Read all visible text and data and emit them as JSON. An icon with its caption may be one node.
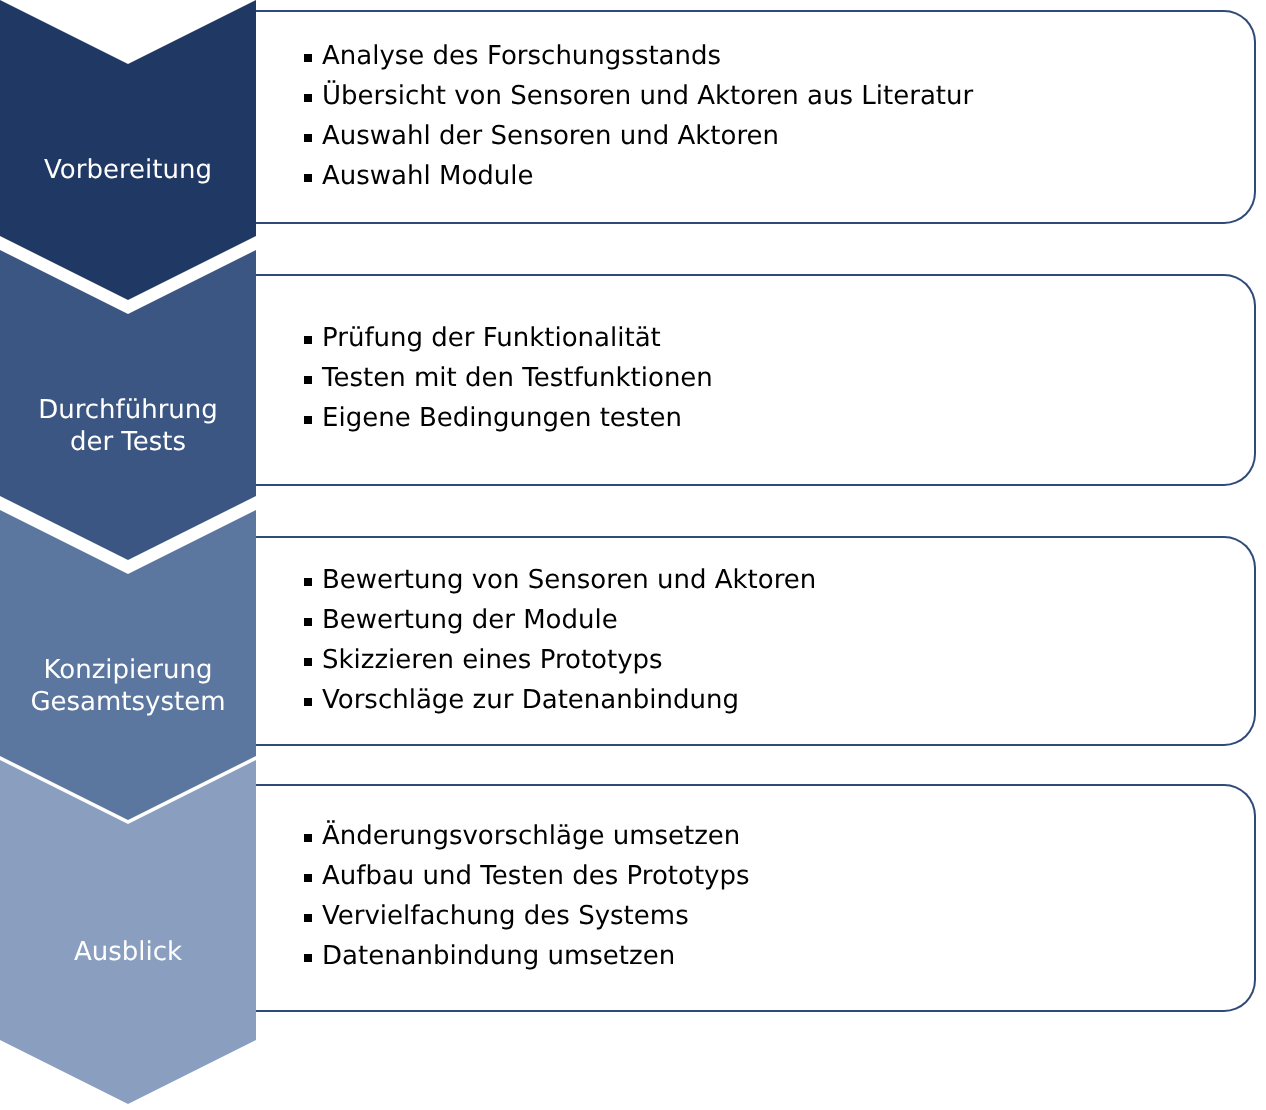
{
  "diagram": {
    "nodes": [
      {
        "text": [
          "Vorbereitung"
        ]
      },
      {
        "text": [
          "Analyse des Forschungsstands",
          "Übersicht von Sensoren und Aktoren aus Literatur",
          "Auswahl der Sensoren und Aktoren",
          "Auswahl Module"
        ]
      },
      {
        "text": [
          "Durchführung der Tests"
        ]
      },
      {
        "text": [
          "Prüfung der Funktionalität",
          "Testen mit den Testfunktionen",
          "Eigene Bedingungen testen"
        ]
      },
      {
        "text": [
          "Konzipierung Gesamtsystem"
        ]
      },
      {
        "text": [
          "Bewertung von Sensoren und Aktoren",
          "Bewertung der Module",
          "Skizzieren eines Prototyps",
          "Vorschläge zur Datenanbindung"
        ]
      },
      {
        "text": [
          "Ausblick"
        ]
      },
      {
        "text": [
          "Änderungsvorschläge umsetzen",
          "Aufbau und Testen des Prototyps",
          "Vervielfachung des Systems",
          "Datenanbindung umsetzen"
        ]
      }
    ]
  }
}
